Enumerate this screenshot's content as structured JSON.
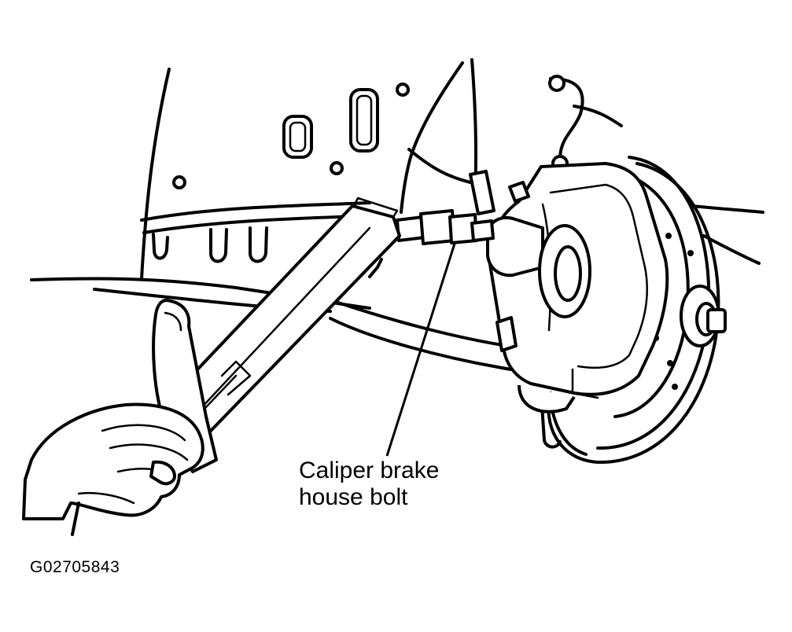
{
  "callout": {
    "line1": "Caliper brake",
    "line2": "house bolt"
  },
  "figure_code": "G02705843"
}
